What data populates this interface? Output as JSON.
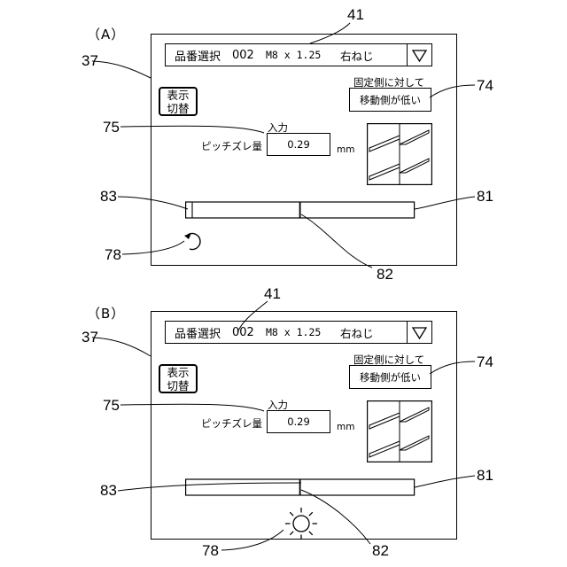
{
  "panels": [
    {
      "tag": "（A）",
      "selector": {
        "title": "品番選択",
        "code": "002",
        "size": "M8 x 1.25",
        "direction": "右ねじ",
        "dropdown_icon": "triangle-down-icon"
      },
      "display_button": {
        "line1": "表示",
        "line2": "切替"
      },
      "comparison_caption": "固定側に対して",
      "comparison_value": "移動側が低い",
      "input_caption": "入力",
      "pitch_label": "ピッチズレ量",
      "pitch_value": "0.29",
      "unit": "mm",
      "bar_fill_fraction": 0.5,
      "status_icon": "rotate-arrow-icon",
      "thread_view": "upper-lower-staggered",
      "refs": {
        "screen": "37",
        "selector": "41",
        "comparison": "74",
        "input": "75",
        "bar_left": "83",
        "bar_right": "81",
        "bar_mid": "82",
        "status": "78"
      }
    },
    {
      "tag": "（B）",
      "selector": {
        "title": "品番選択",
        "code": "002",
        "size": "M8 x 1.25",
        "direction": "右ねじ",
        "dropdown_icon": "triangle-down-icon"
      },
      "display_button": {
        "line1": "表示",
        "line2": "切替"
      },
      "comparison_caption": "固定側に対して",
      "comparison_value": "移動側が低い",
      "input_caption": "入力",
      "pitch_label": "ピッチズレ量",
      "pitch_value": "0.29",
      "unit": "mm",
      "bar_fill_fraction": 0.5,
      "status_icon": "sun-icon",
      "thread_view": "upper-lower-staggered",
      "refs": {
        "screen": "37",
        "selector": "41",
        "comparison": "74",
        "input": "75",
        "bar_left": "83",
        "bar_right": "81",
        "bar_mid": "82",
        "status": "78"
      }
    }
  ]
}
